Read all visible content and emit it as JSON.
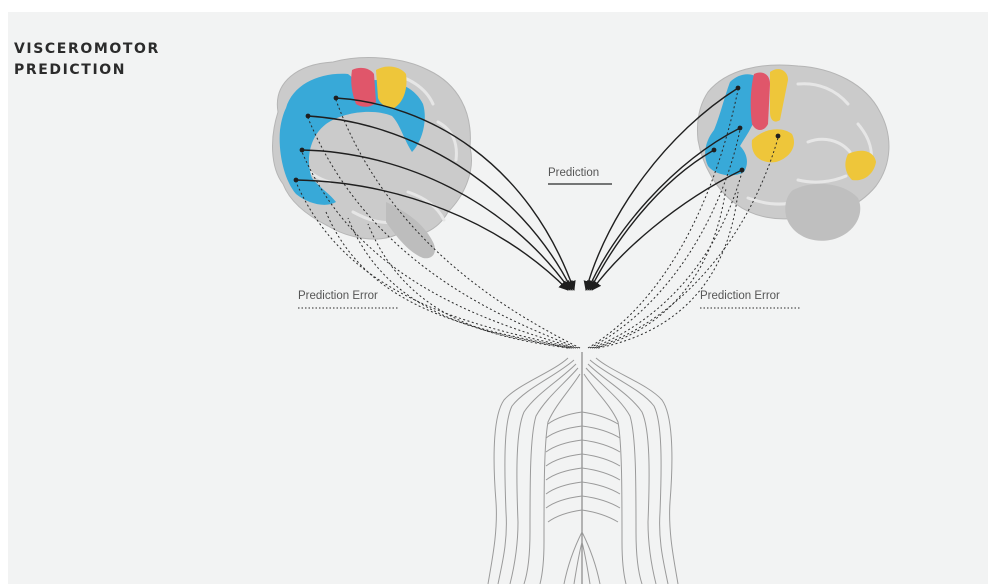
{
  "heading": {
    "line1": "VISCEROMOTOR",
    "line2": "PREDICTION"
  },
  "labels": {
    "prediction": "Prediction",
    "prediction_error_left": "Prediction Error",
    "prediction_error_right": "Prediction Error"
  },
  "colors": {
    "background": "#f2f3f3",
    "brain_gray": "#c9c9c9",
    "region_blue": "#38a9d8",
    "region_red": "#e0566a",
    "region_yellow": "#eec63a",
    "arrow_dark": "#1f1f1f",
    "body_line": "#9a9a9a"
  }
}
